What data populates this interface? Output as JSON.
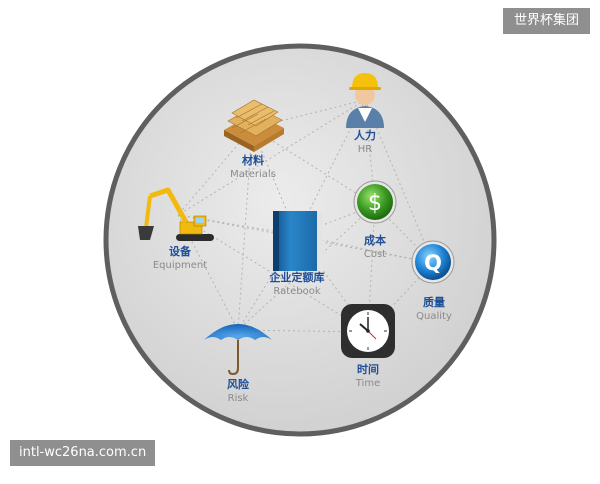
{
  "brand": "世界杯集团",
  "watermark_url": "intl-wc26na.com.cn",
  "nodes": {
    "materials": {
      "zh": "材料",
      "en": "Materials",
      "icon": "lumber-stack-icon"
    },
    "hr": {
      "zh": "人力",
      "en": "HR",
      "icon": "worker-hardhat-icon"
    },
    "equipment": {
      "zh": "设备",
      "en": "Equipment",
      "icon": "excavator-icon"
    },
    "ratebook": {
      "zh": "企业定额库",
      "en": "Ratebook",
      "icon": "book-icon"
    },
    "cost": {
      "zh": "成本",
      "en": "Cost",
      "icon": "dollar-coin-icon"
    },
    "quality": {
      "zh": "质量",
      "en": "Quality",
      "icon": "q-badge-icon"
    },
    "risk": {
      "zh": "风险",
      "en": "Risk",
      "icon": "umbrella-icon"
    },
    "time": {
      "zh": "时间",
      "en": "Time",
      "icon": "clock-icon"
    }
  },
  "colors": {
    "circle_fill": "#dcdcdc",
    "circle_border": "#5f5f5f",
    "label_zh": "#1f4f96",
    "label_en": "#8a8a8a",
    "badge_bg": "#8f8f8f"
  }
}
